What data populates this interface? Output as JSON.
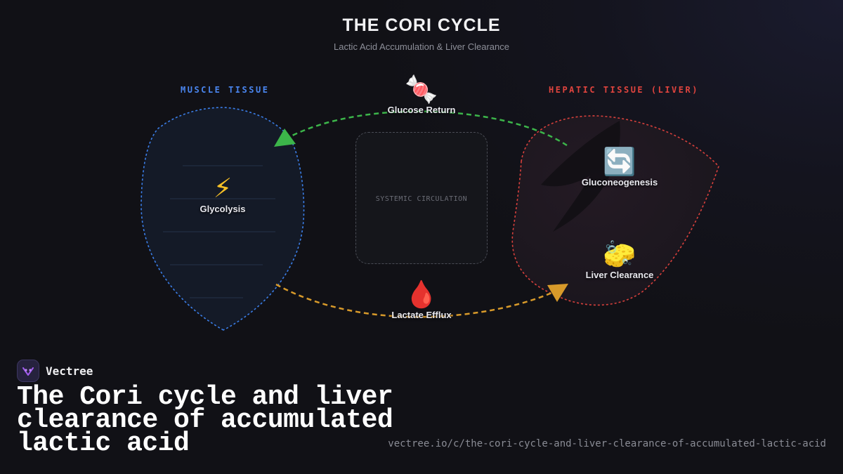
{
  "header": {
    "title": "THE CORI CYCLE",
    "subtitle": "Lactic Acid Accumulation & Liver Clearance"
  },
  "regions": {
    "muscle": {
      "label": "MUSCLE TISSUE",
      "color": "#3b82f6"
    },
    "liver": {
      "label": "HEPATIC TISSUE (LIVER)",
      "color": "#ef4444"
    }
  },
  "center": {
    "label": "SYSTEMIC CIRCULATION"
  },
  "nodes": {
    "glycolysis": {
      "icon": "⚡",
      "icon_name": "lightning-icon",
      "label": "Glycolysis"
    },
    "glucose_return": {
      "icon": "🍬",
      "icon_name": "candy-icon",
      "label": "Glucose Return"
    },
    "lactate_efflux": {
      "icon": "🩸",
      "icon_name": "blood-drop-icon",
      "label": "Lactate Efflux"
    },
    "gluconeogenesis": {
      "icon": "🔄",
      "icon_name": "cycle-arrows-icon",
      "label": "Gluconeogenesis"
    },
    "liver_clearance": {
      "icon": "🧽",
      "icon_name": "sponge-icon",
      "label": "Liver Clearance"
    }
  },
  "arrows": {
    "glucose_return": {
      "color": "#3cb54a"
    },
    "lactate_efflux": {
      "color": "#d89a2a"
    }
  },
  "footer": {
    "brand": "Vectree",
    "title": "The Cori cycle and liver clearance of accumulated lactic acid",
    "url": "vectree.io/c/the-cori-cycle-and-liver-clearance-of-accumulated-lactic-acid"
  }
}
